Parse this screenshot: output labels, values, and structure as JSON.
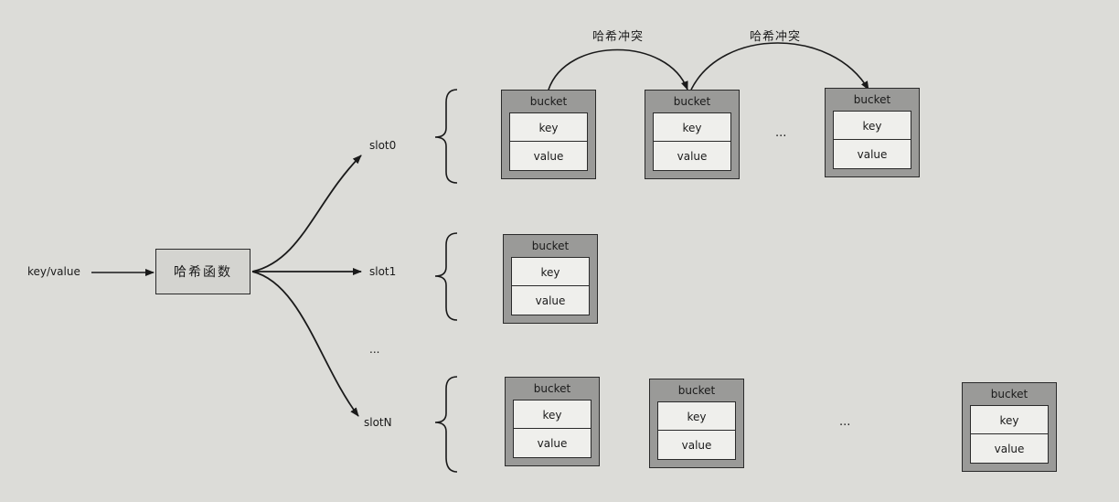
{
  "input_label": "key/value",
  "hash_function": "哈希函数",
  "slots": [
    "slot0",
    "slot1",
    "...",
    "slotN"
  ],
  "collision_label": "哈希冲突",
  "bucket": {
    "title": "bucket",
    "key": "key",
    "value": "value"
  },
  "ellipsis": "..."
}
